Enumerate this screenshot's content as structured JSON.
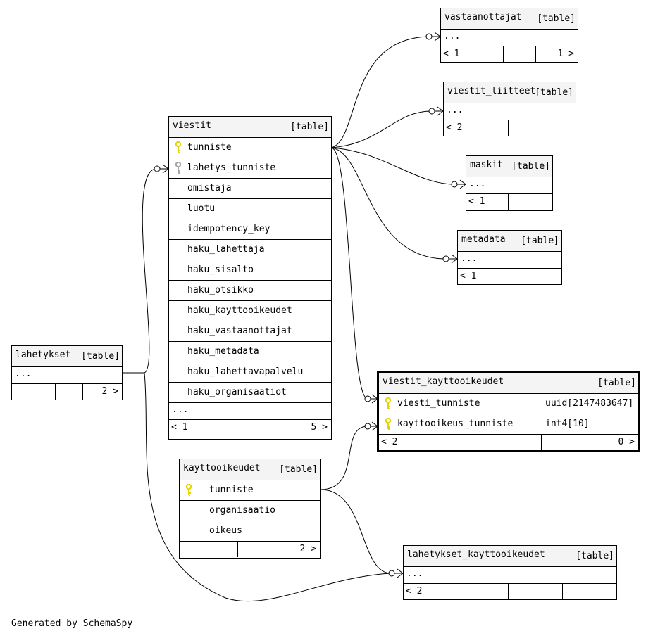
{
  "footer_text": "Generated by SchemaSpy",
  "tables": {
    "viestit": {
      "name": "viestit",
      "type": "[table]",
      "columns": [
        "tunniste",
        "lahetys_tunniste",
        "omistaja",
        "luotu",
        "idempotency_key",
        "haku_lahettaja",
        "haku_sisalto",
        "haku_otsikko",
        "haku_kayttooikeudet",
        "haku_vastaanottajat",
        "haku_metadata",
        "haku_lahettavapalvelu",
        "haku_organisaatiot"
      ],
      "more": "...",
      "parents": "< 1",
      "children": "5 >"
    },
    "vastaanottajat": {
      "name": "vastaanottajat",
      "type": "[table]",
      "more": "...",
      "parents": "< 1",
      "children": "1 >"
    },
    "viestit_liitteet": {
      "name": "viestit_liitteet",
      "type": "[table]",
      "more": "...",
      "parents": "< 2"
    },
    "maskit": {
      "name": "maskit",
      "type": "[table]",
      "more": "...",
      "parents": "< 1"
    },
    "metadata": {
      "name": "metadata",
      "type": "[table]",
      "more": "...",
      "parents": "< 1"
    },
    "lahetykset": {
      "name": "lahetykset",
      "type": "[table]",
      "more": "...",
      "children": "2 >"
    },
    "viestit_kayttooikeudet": {
      "name": "viestit_kayttooikeudet",
      "type": "[table]",
      "columns": [
        {
          "name": "viesti_tunniste",
          "type": "uuid[2147483647]"
        },
        {
          "name": "kayttooikeus_tunniste",
          "type": "int4[10]"
        }
      ],
      "parents": "< 2",
      "children": "0 >"
    },
    "kayttooikeudet": {
      "name": "kayttooikeudet",
      "type": "[table]",
      "columns": [
        "tunniste",
        "organisaatio",
        "oikeus"
      ],
      "children": "2 >"
    },
    "lahetykset_kayttooikeudet": {
      "name": "lahetykset_kayttooikeudet",
      "type": "[table]",
      "more": "...",
      "parents": "< 2"
    }
  },
  "colors": {
    "primary_key": "#e8d400",
    "foreign_key": "#a6a6a6",
    "header_bg": "#f4f4f4",
    "line": "#000000"
  }
}
